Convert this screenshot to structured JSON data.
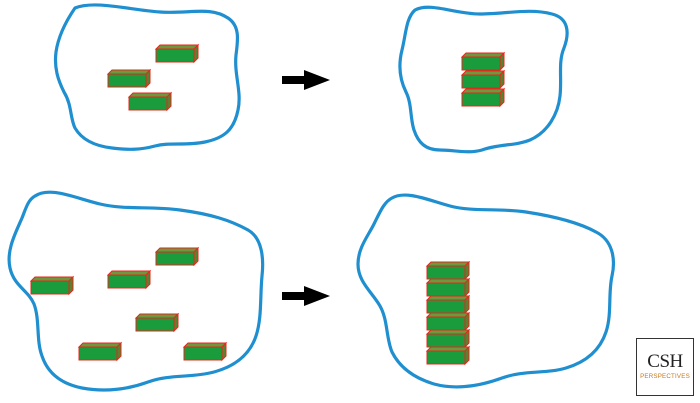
{
  "colors": {
    "cell_outline": "#1f8fd0",
    "block_fill": "#1a9b3c",
    "block_top": "#6b9a3e",
    "block_side": "#5e7f2f",
    "block_edge": "#e02a1e",
    "arrow": "#000000",
    "logo_text": "#222222",
    "logo_accent": "#c8771a"
  },
  "panels": [
    {
      "id": "top-before",
      "blocks": 3,
      "arrangement": "scattered"
    },
    {
      "id": "top-after",
      "blocks": 3,
      "arrangement": "stacked"
    },
    {
      "id": "bottom-before",
      "blocks": 6,
      "arrangement": "scattered"
    },
    {
      "id": "bottom-after",
      "blocks": 6,
      "arrangement": "stacked"
    }
  ],
  "arrows": [
    {
      "from": "top-before",
      "to": "top-after"
    },
    {
      "from": "bottom-before",
      "to": "bottom-after"
    }
  ],
  "logo": {
    "main_text": "CSH",
    "sub_text": "PERSPECTIVES"
  }
}
